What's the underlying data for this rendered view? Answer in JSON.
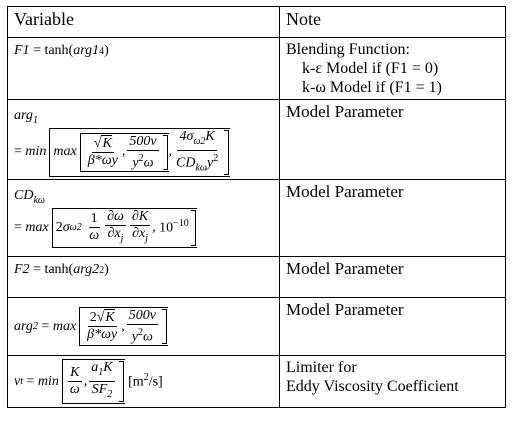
{
  "headers": {
    "variable": "Variable",
    "note": "Note"
  },
  "rows": [
    {
      "variable": "F1 = tanh(arg1⁴)",
      "note": [
        "Blending Function:",
        "k-ε Model if (F1 = 0)",
        "k-ω Model if (F1 = 1)"
      ]
    },
    {
      "variable": "arg₁ = min[max[√K/(β*ωy), 500ν/(y²ω)], 4σω2K/(CDkωy²)]",
      "note": [
        "Model Parameter"
      ]
    },
    {
      "variable": "CDkω = max[2σω2 (1/ω)(∂ω/∂xj)(∂K/∂xj), 10⁻¹⁰]",
      "note": [
        "Model Parameter"
      ]
    },
    {
      "variable": "F2 = tanh(arg2²)",
      "note": [
        "Model Parameter"
      ]
    },
    {
      "variable": "arg₂ = max[2√K/(β*ωy), 500ν/(y²ω)]",
      "note": [
        "Model Parameter"
      ]
    },
    {
      "variable": "νt = min[K/ω, a1K/(SF2)] [m²/s]",
      "note": [
        "Limiter for",
        "Eddy Viscosity Coefficient"
      ]
    }
  ]
}
